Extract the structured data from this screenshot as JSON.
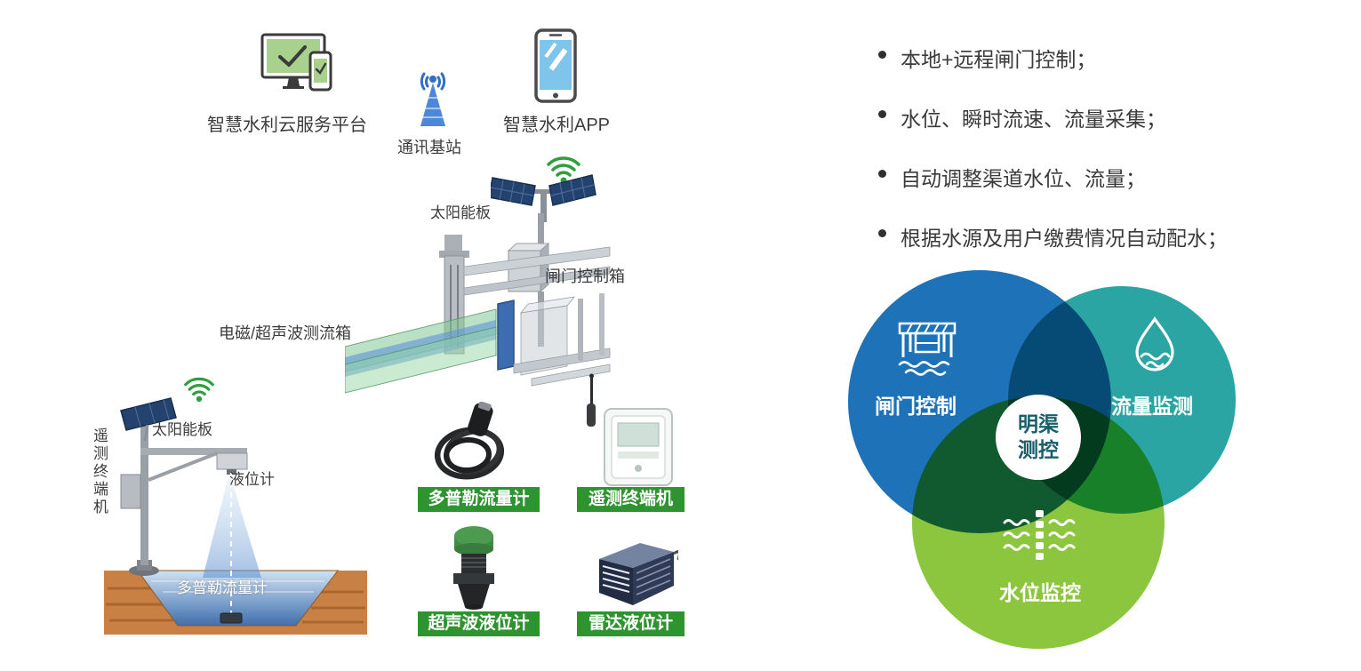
{
  "left": {
    "cloud_platform": {
      "label": "智慧水利云服务平台"
    },
    "base_station": {
      "label": "通讯基站"
    },
    "app": {
      "label": "智慧水利APP"
    },
    "solar_top": {
      "label": "太阳能板"
    },
    "gate_box": {
      "label": "闸门控制箱"
    },
    "flow_box": {
      "label": "电磁/超声波测流箱"
    },
    "solar_left": {
      "label": "太阳能板"
    },
    "telemetry_pole": {
      "label": "遥测终端机"
    },
    "level_meter": {
      "label": "液位计"
    },
    "channel_doppler": {
      "label": "多普勒流量计"
    },
    "products": [
      {
        "label": "多普勒流量计"
      },
      {
        "label": "遥测终端机"
      },
      {
        "label": "超声波液位计"
      },
      {
        "label": "雷达液位计"
      }
    ]
  },
  "features": {
    "items": [
      "本地+远程闸门控制；",
      "水位、瞬时流速、流量采集；",
      "自动调整渠道水位、流量；",
      "根据水源及用户缴费情况自动配水；"
    ]
  },
  "venn": {
    "gate": {
      "label": "闸门控制",
      "color": "#1e73b8"
    },
    "flow": {
      "label": "流量监测",
      "color": "#2aa5a3"
    },
    "level": {
      "label": "水位监控",
      "color": "#8cc63f"
    },
    "center": {
      "line1": "明渠",
      "line2": "测控"
    }
  },
  "colors": {
    "tag_green": "#2e9430",
    "wifi_green": "#2f9e3c",
    "text": "#3c3c3c",
    "soil": "#c98045",
    "water": "#3f6fae"
  }
}
